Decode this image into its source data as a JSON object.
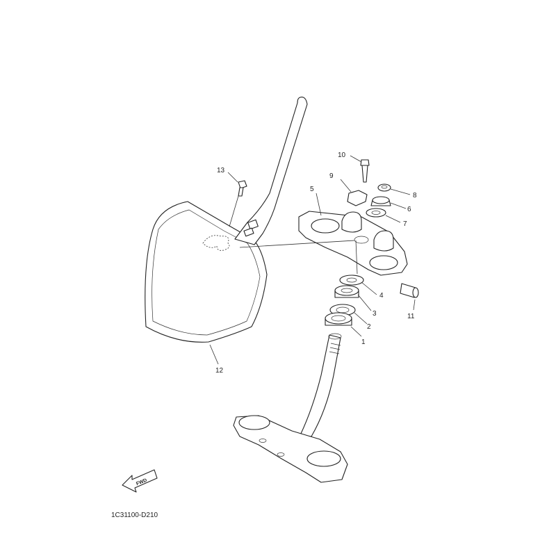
{
  "callouts": [
    {
      "id": "1",
      "label": "1"
    },
    {
      "id": "2",
      "label": "2"
    },
    {
      "id": "3",
      "label": "3"
    },
    {
      "id": "4",
      "label": "4"
    },
    {
      "id": "5",
      "label": "5"
    },
    {
      "id": "6",
      "label": "6"
    },
    {
      "id": "7",
      "label": "7"
    },
    {
      "id": "8",
      "label": "8"
    },
    {
      "id": "9",
      "label": "9"
    },
    {
      "id": "10",
      "label": "10"
    },
    {
      "id": "11",
      "label": "11"
    },
    {
      "id": "12",
      "label": "12"
    },
    {
      "id": "13",
      "label": "13"
    }
  ],
  "direction_marker": "FWD",
  "diagram_code": "1C31100-D210"
}
